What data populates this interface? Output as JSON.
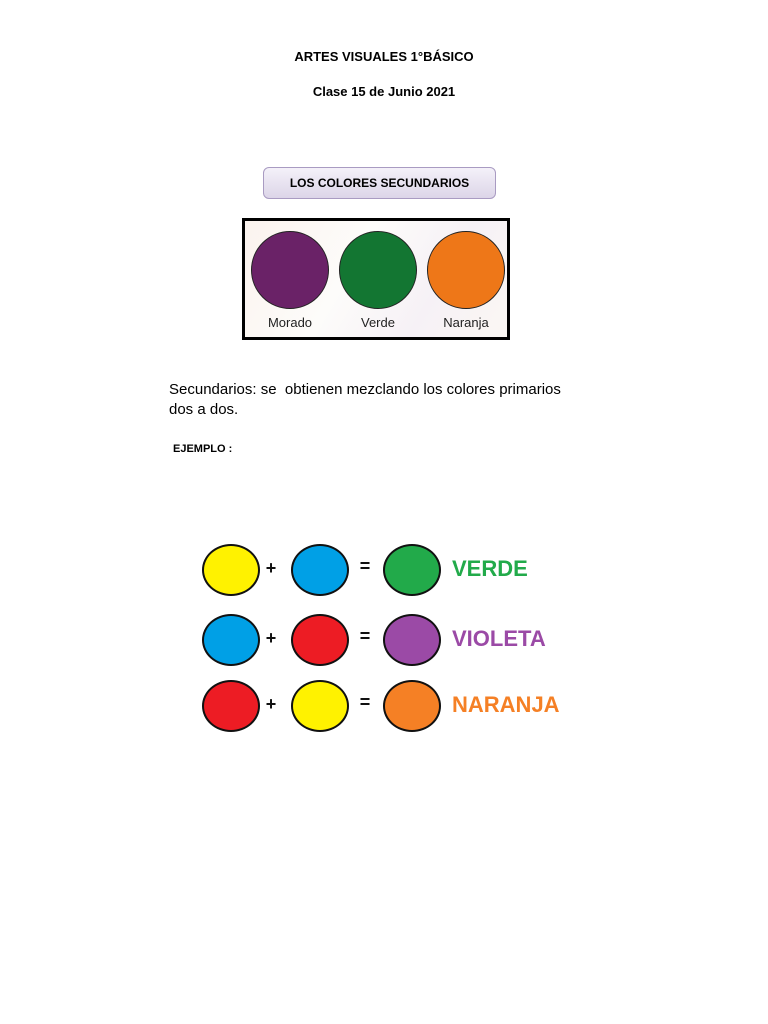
{
  "header": {
    "title": "ARTES VISUALES 1°BÁSICO",
    "subtitle": "Clase 15 de Junio 2021"
  },
  "section_title": "LOS COLORES SECUNDARIOS",
  "palette": {
    "swatches": [
      {
        "label": "Morado",
        "color": "#6a2267"
      },
      {
        "label": "Verde",
        "color": "#137632"
      },
      {
        "label": "Naranja",
        "color": "#ee7718"
      }
    ]
  },
  "description": {
    "line1": "Secundarios: se  obtienen mezclando los colores primarios",
    "line2": "dos a dos."
  },
  "example_label": "EJEMPLO :",
  "mixing": {
    "plus": "+",
    "equals": "=",
    "rows": [
      {
        "a": "#fff200",
        "b": "#00a0e6",
        "result_color": "#22aa4a",
        "result": "VERDE",
        "text_color": "#22aa4a"
      },
      {
        "a": "#00a0e6",
        "b": "#ed1c24",
        "result_color": "#9b4aa6",
        "result": "VIOLETA",
        "text_color": "#9b4aa6"
      },
      {
        "a": "#ed1c24",
        "b": "#fff200",
        "result_color": "#f58025",
        "result": "NARANJA",
        "text_color": "#f58025"
      }
    ]
  }
}
